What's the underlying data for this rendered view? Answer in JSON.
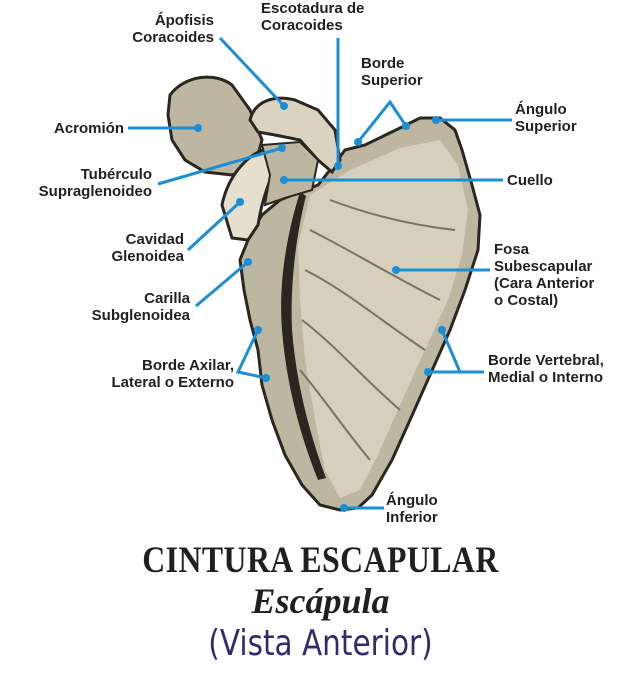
{
  "labels": {
    "apofisis": "Ápofisis\nCoracoides",
    "escotadura": "Escotadura de\nCoracoides",
    "borde_superior": "Borde\nSuperior",
    "angulo_superior": "Ángulo\nSuperior",
    "acromion": "Acromión",
    "tuberculo": "Tubérculo\nSupraglenoideo",
    "cuello": "Cuello",
    "cavidad": "Cavidad\nGlenoidea",
    "fosa": "Fosa\nSubescapular\n(Cara Anterior\no Costal)",
    "carilla": "Carilla\nSubglenoidea",
    "borde_axilar": "Borde Axilar,\nLateral o Externo",
    "borde_vertebral": "Borde Vertebral,\nMedial o Interno",
    "angulo_inferior": "Ángulo\nInferior"
  },
  "title": {
    "main": "CINTURA ESCAPULAR",
    "sub": "Escápula",
    "view": "(Vista Anterior)"
  },
  "colors": {
    "leader": "#1a8fd6",
    "bone_fill": "#bdb6a0",
    "bone_light": "#d9d3c0",
    "bone_shadow": "#2b2620",
    "text": "#231f20",
    "view_text": "#2e2c6e"
  }
}
